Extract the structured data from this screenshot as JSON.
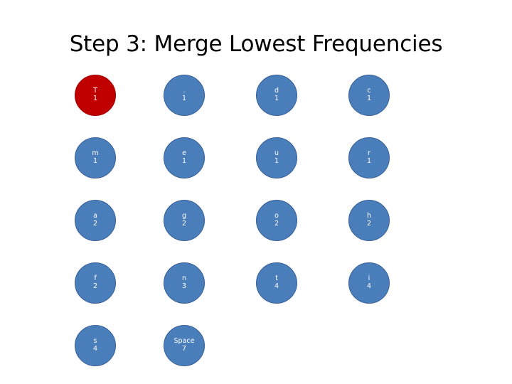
{
  "slide": {
    "title": "Step 3: Merge Lowest Frequencies",
    "background": "#ffffff",
    "node_color": "#4a7ebb",
    "node_border": "#3a6098",
    "highlight_color": "#c00000",
    "text_color": "#ffffff"
  },
  "nodes": [
    {
      "symbol": "T",
      "freq": "1",
      "col": 0,
      "row": 0,
      "highlight": true
    },
    {
      "symbol": ".",
      "freq": "1",
      "col": 1,
      "row": 0,
      "highlight": false
    },
    {
      "symbol": "d",
      "freq": "1",
      "col": 2,
      "row": 0,
      "highlight": false
    },
    {
      "symbol": "c",
      "freq": "1",
      "col": 3,
      "row": 0,
      "highlight": false
    },
    {
      "symbol": "m",
      "freq": "1",
      "col": 0,
      "row": 1,
      "highlight": false
    },
    {
      "symbol": "e",
      "freq": "1",
      "col": 1,
      "row": 1,
      "highlight": false
    },
    {
      "symbol": "u",
      "freq": "1",
      "col": 2,
      "row": 1,
      "highlight": false
    },
    {
      "symbol": "r",
      "freq": "1",
      "col": 3,
      "row": 1,
      "highlight": false
    },
    {
      "symbol": "a",
      "freq": "2",
      "col": 0,
      "row": 2,
      "highlight": false
    },
    {
      "symbol": "g",
      "freq": "2",
      "col": 1,
      "row": 2,
      "highlight": false
    },
    {
      "symbol": "o",
      "freq": "2",
      "col": 2,
      "row": 2,
      "highlight": false
    },
    {
      "symbol": "h",
      "freq": "2",
      "col": 3,
      "row": 2,
      "highlight": false
    },
    {
      "symbol": "f",
      "freq": "2",
      "col": 0,
      "row": 3,
      "highlight": false
    },
    {
      "symbol": "n",
      "freq": "3",
      "col": 1,
      "row": 3,
      "highlight": false
    },
    {
      "symbol": "t",
      "freq": "4",
      "col": 2,
      "row": 3,
      "highlight": false
    },
    {
      "symbol": "i",
      "freq": "4",
      "col": 3,
      "row": 3,
      "highlight": false
    },
    {
      "symbol": "s",
      "freq": "4",
      "col": 0,
      "row": 4,
      "highlight": false
    },
    {
      "symbol": "Space",
      "freq": "7",
      "col": 1,
      "row": 4,
      "highlight": false
    }
  ]
}
